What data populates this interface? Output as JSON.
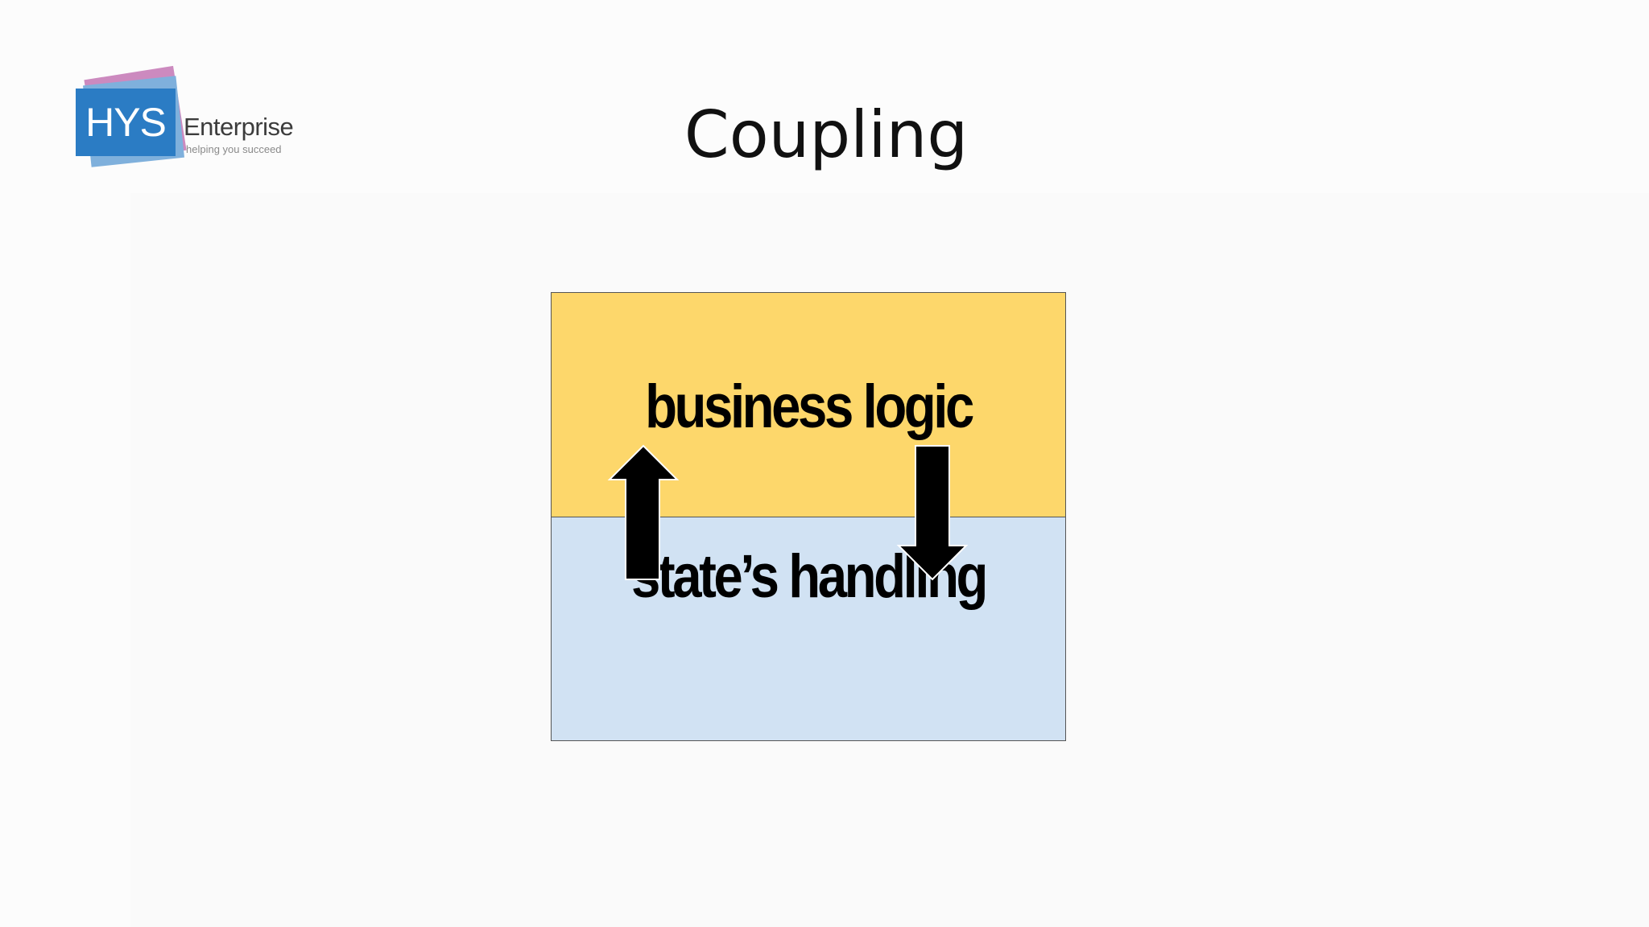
{
  "slide": {
    "title": "Coupling"
  },
  "logo": {
    "mark": "HYS",
    "wordmark": "Enterprise",
    "tagline": "helping you succeed"
  },
  "diagram": {
    "top_layer": {
      "label": "business logic",
      "color": "#fdd76b"
    },
    "bottom_layer": {
      "label": "state’s handling",
      "color": "#d1e2f3"
    },
    "arrows": [
      {
        "name": "up-arrow",
        "direction": "up"
      },
      {
        "name": "down-arrow",
        "direction": "down"
      }
    ]
  }
}
